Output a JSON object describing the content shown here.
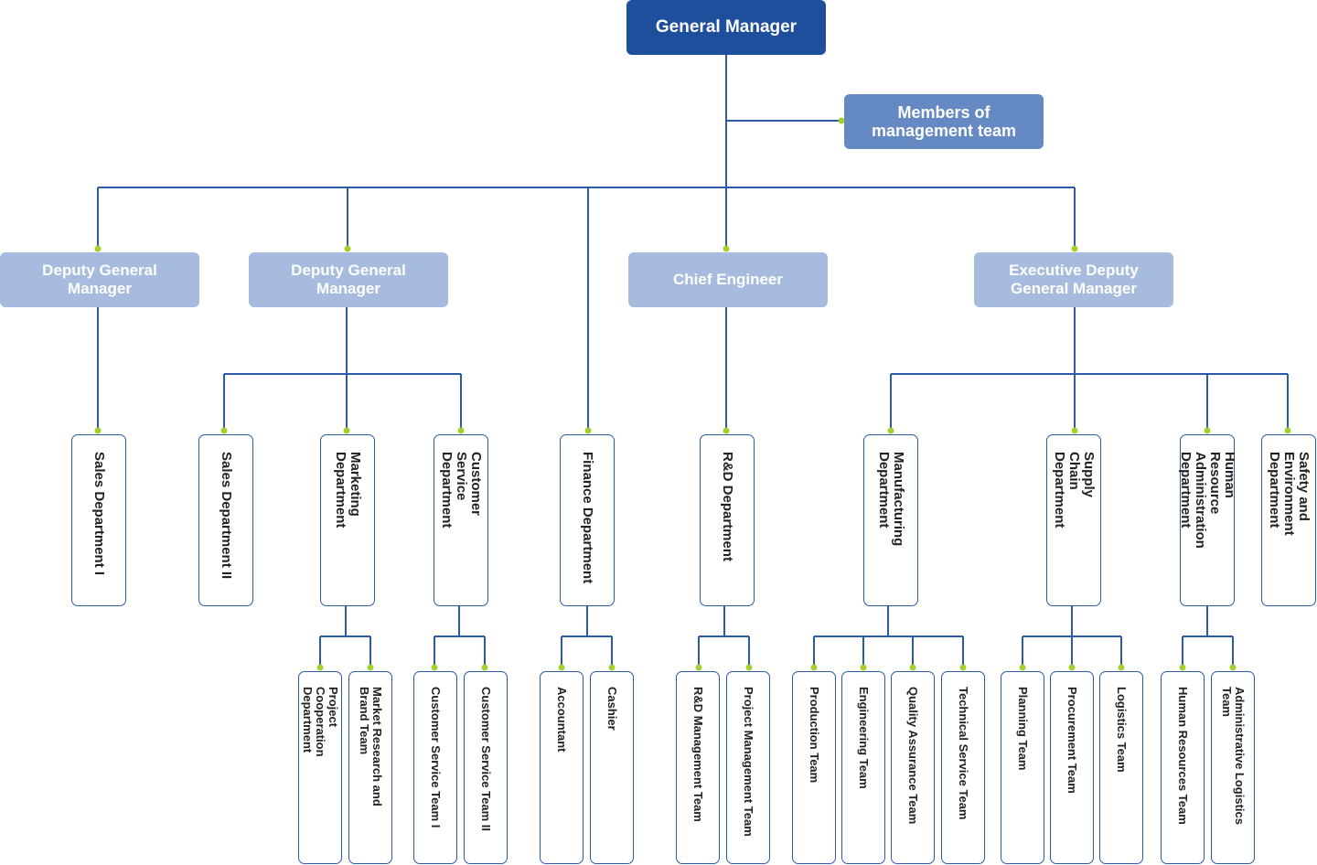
{
  "colors": {
    "line": "#2a5aa8",
    "dot": "#a4cf2c",
    "top_node": "#1d4f9c",
    "mgmt_node": "#6589c3",
    "second_level_node": "#a6bbdd"
  },
  "general_manager": "General Manager",
  "management_team": "Members of management team",
  "second_level": [
    "Deputy General Manager",
    "Deputy General Manager",
    "Chief Engineer",
    "Executive Deputy General Manager"
  ],
  "departments": [
    "Sales Department I",
    "Sales Department II",
    "Marketing Department",
    "Customer Service Department",
    "Finance Department",
    "R&D Department",
    "Manufacturing Department",
    "Supply Chain Department",
    "Human Resource Administration Department",
    "Safety and Environment Department"
  ],
  "teams": [
    "Project Cooperation Department",
    "Market Research and Brand Team",
    "Customer Service Team I",
    "Customer Service Team II",
    "Accountant",
    "Cashier",
    "R&D Management Team",
    "Project Management Team",
    "Production Team",
    "Engineering Team",
    "Quality Assurance Team",
    "Technical Service Team",
    "Planning Team",
    "Procurement Team",
    "Logistics Team",
    "Human Resources Team",
    "Administrative Logistics Team"
  ]
}
